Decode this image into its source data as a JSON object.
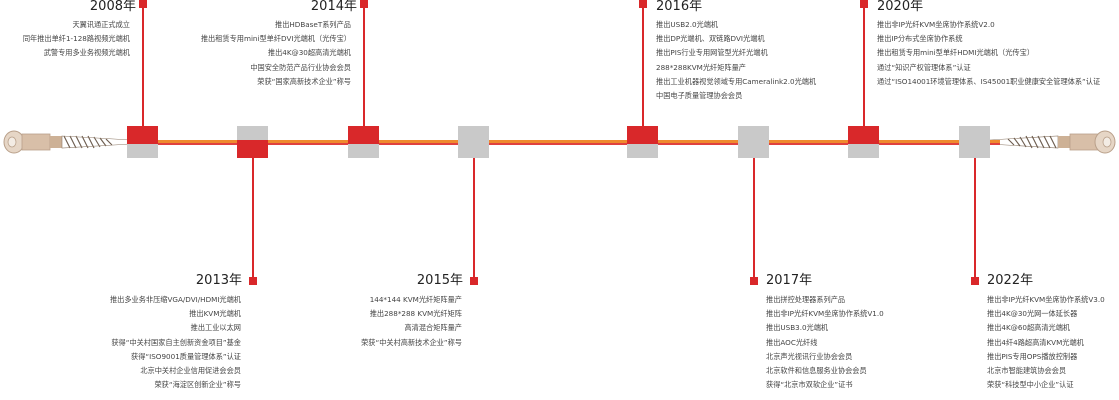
{
  "timeline": {
    "y2008": {
      "year": "2008年",
      "items": [
        "天翼讯通正式成立",
        "同年推出单纤1-128路视频光端机",
        "武警专用多业务视频光端机"
      ]
    },
    "y2014": {
      "year": "2014年",
      "items": [
        "推出HDBaseT系列产品",
        "推出租赁专用mini型单纤DVI光端机（光传宝）",
        "推出4K@30超高清光端机",
        "中国安全防范产品行业协会会员",
        "荣获“国家高新技术企业”称号"
      ]
    },
    "y2016": {
      "year": "2016年",
      "items": [
        "推出USB2.0光端机",
        "推出DP光端机、双链路DVI光端机",
        "推出PIS行业专用网管型光纤光端机",
        "288*288KVM光纤矩阵量产",
        "推出工业机器视觉领域专用Cameralink2.0光端机",
        "中国电子质量管理协会会员"
      ]
    },
    "y2020": {
      "year": "2020年",
      "items": [
        "推出非IP光纤KVM坐席协作系统V2.0",
        "推出IP分布式坐席协作系统",
        "推出租赁专用mini型单纤HDMI光端机（光传宝）",
        "通过“知识产权管理体系”认证",
        "通过“ISO14001环境管理体系、IS45001职业健康安全管理体系”认证"
      ]
    },
    "y2013": {
      "year": "2013年",
      "items": [
        "推出多业务非压缩VGA/DVI/HDMI光端机",
        "推出KVM光端机",
        "推出工业以太网",
        "获得“中关村国家自主创新资金项目”基金",
        "获得“ISO9001质量管理体系”认证",
        "北京中关村企业信用促进会会员",
        "荣获“海淀区创新企业”称号"
      ]
    },
    "y2015": {
      "year": "2015年",
      "items": [
        "144*144 KVM光纤矩阵量产",
        "推出288*288 KVM光纤矩阵",
        "高清混合矩阵量产",
        "荣获“中关村高新技术企业”称号"
      ]
    },
    "y2017": {
      "year": "2017年",
      "items": [
        "推出拼控处理器系列产品",
        "推出非IP光纤KVM坐席协作系统V1.0",
        "推出USB3.0光端机",
        "推出AOC光纤线",
        "北京声光视讯行业协会会员",
        "北京软件和信息服务业协会会员",
        "获得“北京市双软企业”证书"
      ]
    },
    "y2022": {
      "year": "2022年",
      "items": [
        "推出非IP光纤KVM坐席协作系统V3.0",
        "推出4K@30光网一体延长器",
        "推出4K@60超高清光端机",
        "推出4纤4路超高清KVM光端机",
        "推出PIS专用OPS播放控制器",
        "北京市智能建筑协会会员",
        "荣获“科技型中小企业”认证"
      ]
    }
  },
  "colors": {
    "accent_red": "#d9282a",
    "cable_orange": "#ef8a2e",
    "gray_block": "#c9c9c9",
    "connector_tan": "#d8bfa8"
  }
}
